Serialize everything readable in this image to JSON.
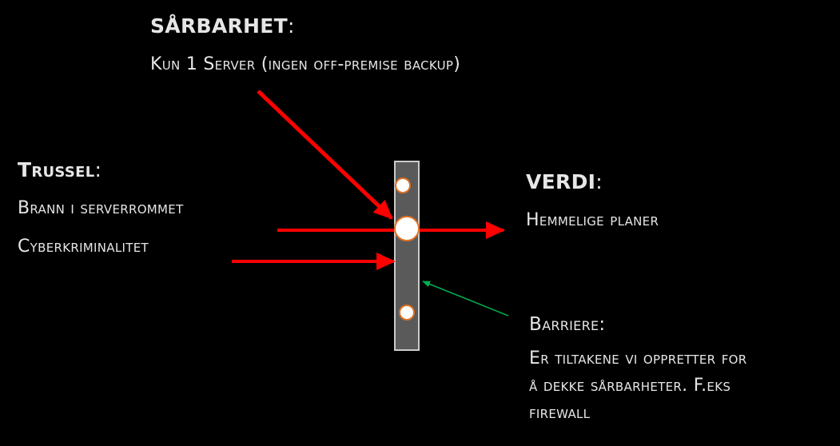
{
  "vulnerability": {
    "title": "SÅRBARHET",
    "colon": ":",
    "lines": [
      "Kun 1 Server (ingen off-premise backup)"
    ]
  },
  "threat": {
    "title": "Trussel",
    "colon": ":",
    "lines": [
      "Brann i serverrommet",
      "Cyberkriminalitet"
    ]
  },
  "value": {
    "title": "VERDI",
    "colon": ":",
    "lines": [
      "Hemmelige planer"
    ]
  },
  "barrier": {
    "title": "Barriere",
    "colon": ":",
    "lines": [
      "Er tiltakene vi oppretter for",
      "å dekke sårbarheter. F.eks",
      "firewall"
    ]
  },
  "colors": {
    "background": "#000000",
    "text": "#e6e6e6",
    "arrow_red": "#ff0000",
    "barrier_fill": "#5a5a5a",
    "barrier_stroke": "#cccccc",
    "hole_fill": "#ffffff",
    "hole_stroke": "#e07020",
    "pointer_green": "#00b050"
  }
}
